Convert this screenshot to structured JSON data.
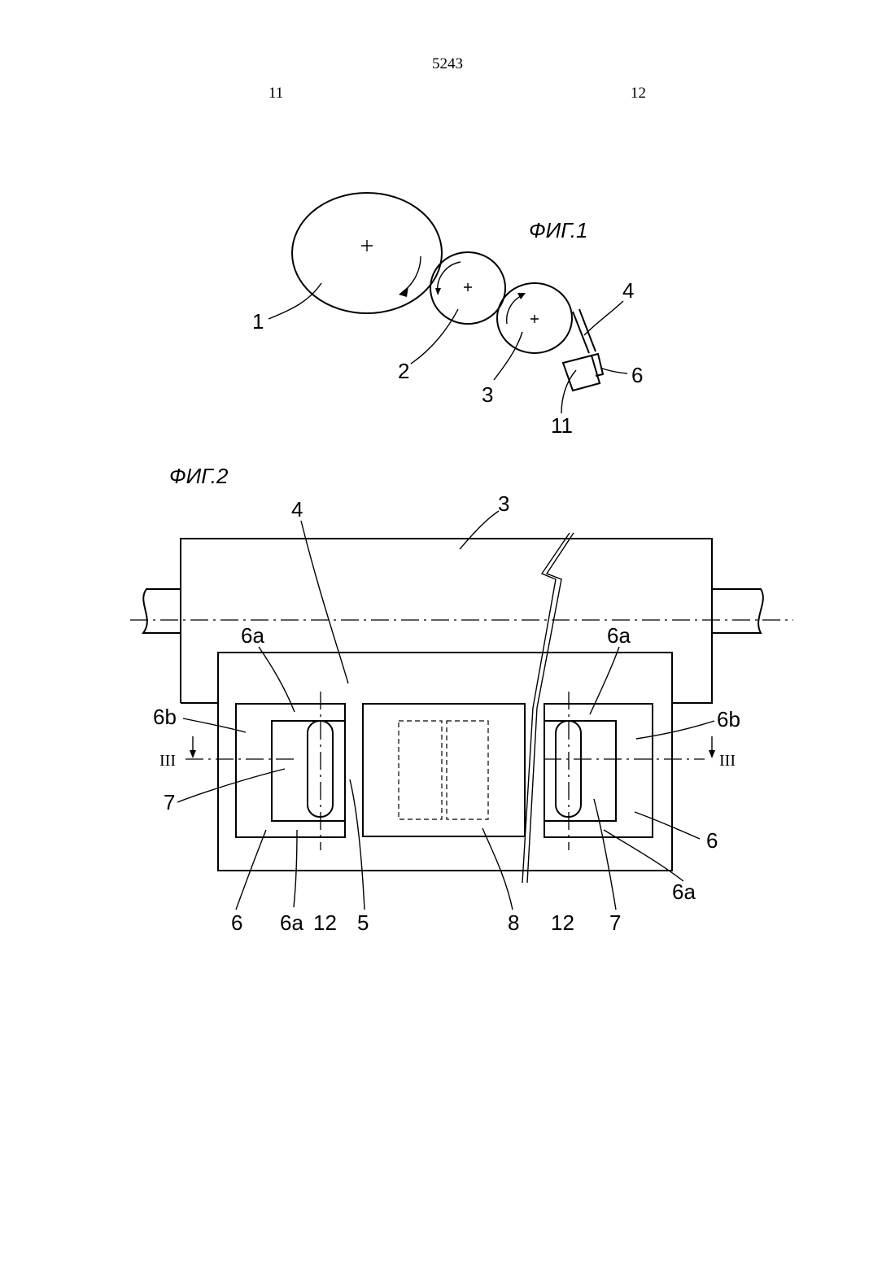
{
  "header": {
    "page_number": "5243",
    "column_left": "11",
    "column_right": "12"
  },
  "figure1": {
    "title": "ФИГ.1",
    "labels": {
      "roller_1": "1",
      "roller_2": "2",
      "roller_3": "3",
      "blade_4": "4",
      "holder_6": "6",
      "block_11": "11"
    }
  },
  "figure2": {
    "title": "ФИГ.2",
    "labels": {
      "roller_3": "3",
      "blade_4": "4",
      "top_left_6a": "6a",
      "top_right_6a": "6a",
      "left_6b": "6b",
      "right_6b": "6b",
      "section_left": "III",
      "section_right": "III",
      "left_7": "7",
      "right_6": "6",
      "bottom_right_6a": "6a",
      "bottom_6": "6",
      "bottom_6a": "6a",
      "bottom_12_left": "12",
      "bottom_5": "5",
      "bottom_8": "8",
      "bottom_12_right": "12",
      "bottom_7": "7"
    }
  }
}
